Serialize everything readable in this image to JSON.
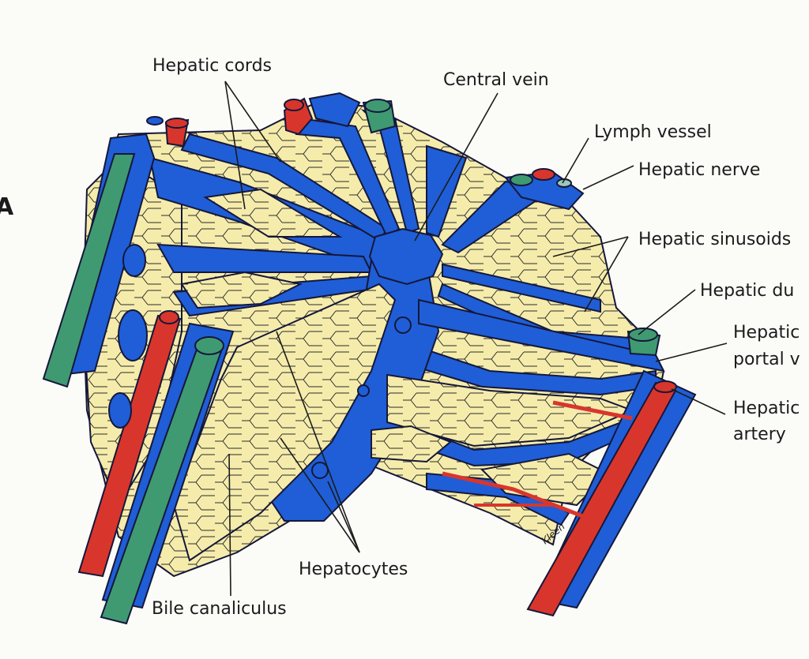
{
  "figure_letter": "A",
  "labels": {
    "hepatic_cords": "Hepatic cords",
    "central_vein": "Central vein",
    "lymph_vessel": "Lymph vessel",
    "hepatic_nerve": "Hepatic nerve",
    "hepatic_sinusoids": "Hepatic sinusoids",
    "hepatic_duct": "Hepatic du",
    "portal_vein_1": "Hepatic",
    "portal_vein_2": "portal v",
    "artery_1": "Hepatic",
    "artery_2": "artery",
    "hepatocytes": "Hepatocytes",
    "bile_canaliculus": "Bile canaliculus"
  },
  "signature": "Kleen",
  "colors": {
    "blue": "#1f5ed6",
    "red": "#d8362c",
    "green": "#3f9a72",
    "yellow": "#f5ecac",
    "outline": "#15173a"
  }
}
